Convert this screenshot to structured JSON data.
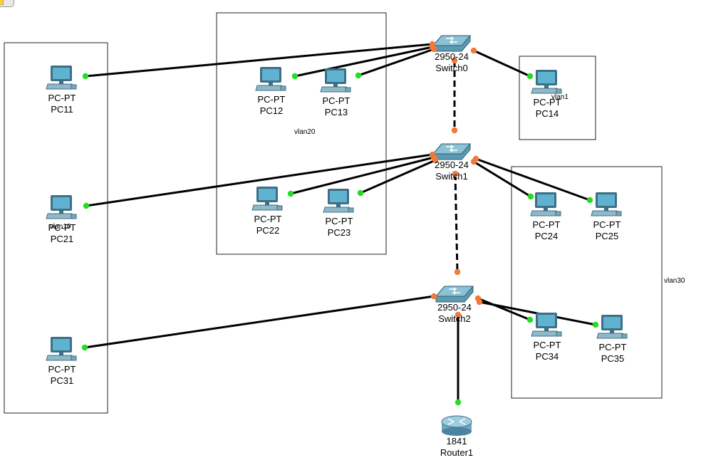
{
  "devices": [
    {
      "id": "pc11",
      "kind": "pc",
      "model": "PC-PT",
      "name": "PC11"
    },
    {
      "id": "pc12",
      "kind": "pc",
      "model": "PC-PT",
      "name": "PC12"
    },
    {
      "id": "pc13",
      "kind": "pc",
      "model": "PC-PT",
      "name": "PC13"
    },
    {
      "id": "pc14",
      "kind": "pc",
      "model": "PC-PT",
      "name": "PC14"
    },
    {
      "id": "pc21",
      "kind": "pc",
      "model": "PC-PT",
      "name": "PC21"
    },
    {
      "id": "pc22",
      "kind": "pc",
      "model": "PC-PT",
      "name": "PC22"
    },
    {
      "id": "pc23",
      "kind": "pc",
      "model": "PC-PT",
      "name": "PC23"
    },
    {
      "id": "pc24",
      "kind": "pc",
      "model": "PC-PT",
      "name": "PC24"
    },
    {
      "id": "pc25",
      "kind": "pc",
      "model": "PC-PT",
      "name": "PC25"
    },
    {
      "id": "pc31",
      "kind": "pc",
      "model": "PC-PT",
      "name": "PC31"
    },
    {
      "id": "pc34",
      "kind": "pc",
      "model": "PC-PT",
      "name": "PC34"
    },
    {
      "id": "pc35",
      "kind": "pc",
      "model": "PC-PT",
      "name": "PC35"
    },
    {
      "id": "switch0",
      "kind": "switch",
      "model": "2950-24",
      "name": "Switch0"
    },
    {
      "id": "switch1",
      "kind": "switch",
      "model": "2950-24",
      "name": "Switch1"
    },
    {
      "id": "switch2",
      "kind": "switch",
      "model": "2950-24",
      "name": "Switch2"
    },
    {
      "id": "router1",
      "kind": "router",
      "model": "1841",
      "name": "Router1"
    }
  ],
  "zones": [
    {
      "id": "vlan20",
      "label": "vlan20"
    },
    {
      "id": "vlan1",
      "label": "vlan1"
    },
    {
      "id": "vlan30",
      "label": "vlan30"
    },
    {
      "id": "vlan10",
      "label": "vlan10"
    }
  ],
  "links": [
    {
      "from": "pc11",
      "to": "switch0",
      "type": "straight"
    },
    {
      "from": "pc12",
      "to": "switch0",
      "type": "straight"
    },
    {
      "from": "pc13",
      "to": "switch0",
      "type": "straight"
    },
    {
      "from": "switch0",
      "to": "pc14",
      "type": "straight"
    },
    {
      "from": "switch0",
      "to": "switch1",
      "type": "crossover"
    },
    {
      "from": "pc21",
      "to": "switch1",
      "type": "straight"
    },
    {
      "from": "pc22",
      "to": "switch1",
      "type": "straight"
    },
    {
      "from": "pc23",
      "to": "switch1",
      "type": "straight"
    },
    {
      "from": "switch1",
      "to": "pc24",
      "type": "straight"
    },
    {
      "from": "switch1",
      "to": "pc25",
      "type": "straight"
    },
    {
      "from": "switch1",
      "to": "switch2",
      "type": "crossover"
    },
    {
      "from": "pc31",
      "to": "switch2",
      "type": "straight"
    },
    {
      "from": "switch2",
      "to": "pc34",
      "type": "straight"
    },
    {
      "from": "switch2",
      "to": "pc35",
      "type": "straight"
    },
    {
      "from": "switch2",
      "to": "router1",
      "type": "straight"
    }
  ],
  "colors": {
    "link": "#000000",
    "port_up": "#22dd22",
    "port_switch": "#f07a3a",
    "pc_screen": "#5fb3d0",
    "pc_frame": "#3d6f85",
    "switch_body": "#5a9bb3",
    "router_body": "#6fa7bd"
  }
}
